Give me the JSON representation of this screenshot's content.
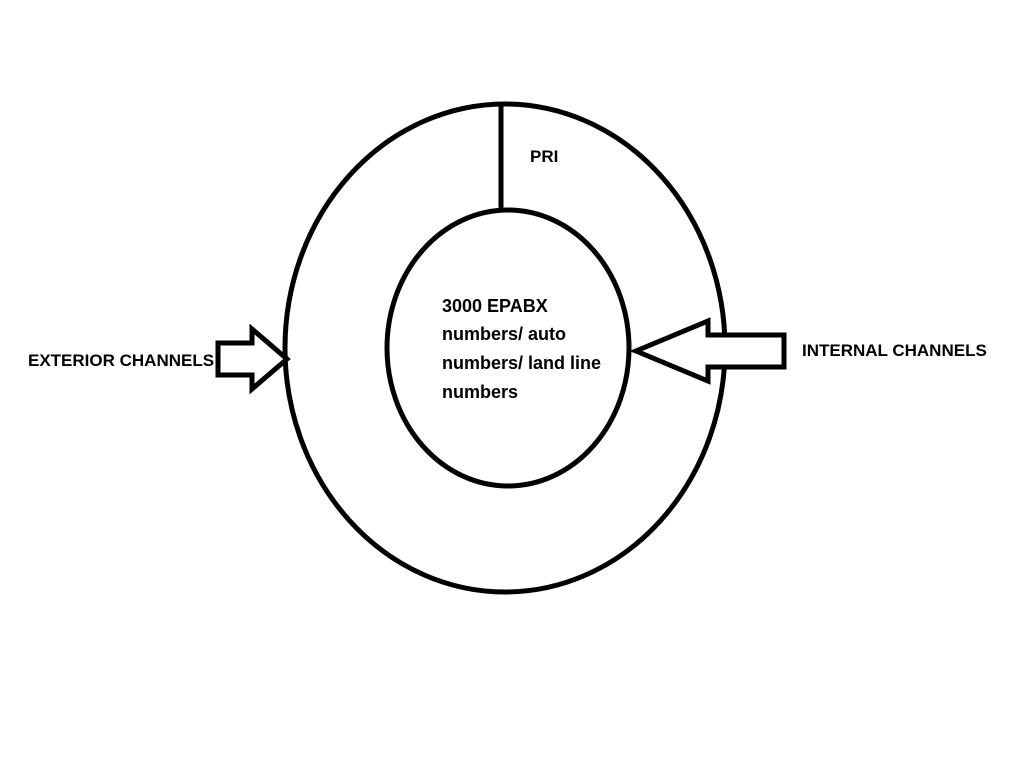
{
  "diagram": {
    "labels": {
      "pri": "PRI",
      "exterior": "EXTERIOR CHANNELS",
      "internal": "INTERNAL CHANNELS",
      "center": [
        "3000 EPABX",
        "numbers/ auto",
        "numbers/ land line",
        "numbers"
      ]
    },
    "colors": {
      "stroke": "#000000",
      "background": "#ffffff"
    }
  }
}
